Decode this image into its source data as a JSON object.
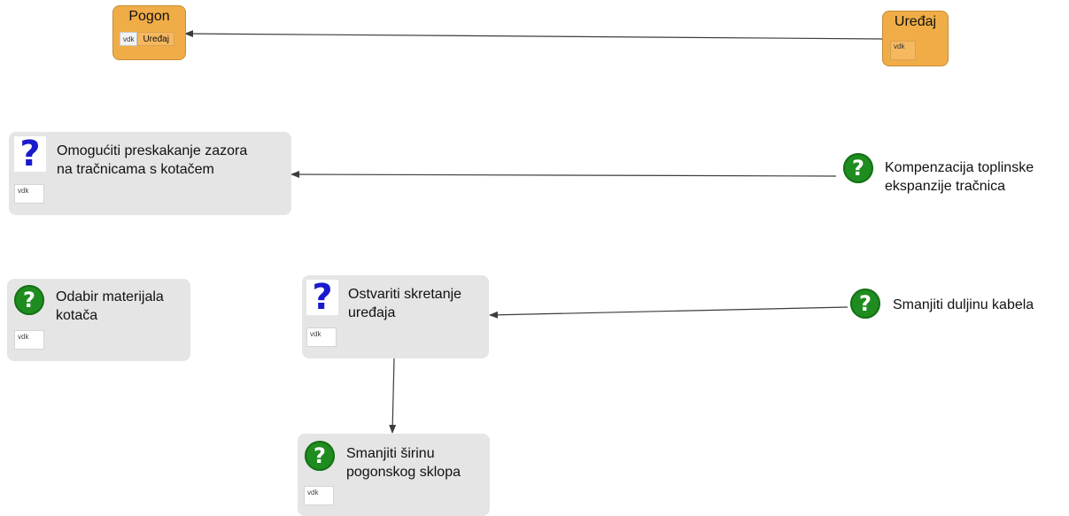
{
  "nodes": {
    "pogon": {
      "title": "Pogon",
      "tag": "vdk",
      "ref": "Uređaj"
    },
    "uredaj": {
      "title": "Uređaj",
      "tag": "vdk"
    },
    "omoguciti": {
      "line1": "Omogućiti preskakanje zazora",
      "line2": "na tračnicama s kotačem",
      "tag": "vdk",
      "icon": "blue-question-icon"
    },
    "kompenzacija": {
      "line1": "Kompenzacija toplinske",
      "line2": "ekspanzije tračnica",
      "icon": "green-question-icon"
    },
    "odabir": {
      "line1": "Odabir materijala",
      "line2": "kotača",
      "tag": "vdk",
      "icon": "green-question-icon"
    },
    "ostvariti": {
      "line1": "Ostvariti skretanje",
      "line2": "uređaja",
      "tag": "vdk",
      "icon": "blue-question-icon"
    },
    "smanjiti_duljinu": {
      "line1": "Smanjiti duljinu kabela",
      "icon": "green-question-icon"
    },
    "smanjiti_sirinu": {
      "line1": "Smanjiti širinu",
      "line2": "pogonskog sklopa",
      "tag": "vdk",
      "icon": "green-question-icon"
    }
  },
  "icon_glyphs": {
    "question": "?"
  },
  "colors": {
    "component_fill": "#f0ad47",
    "requirement_fill": "#e5e5e5",
    "blue_icon": "#1a1acc",
    "green_icon": "#1f8c1f",
    "edge": "#3c3c3c"
  }
}
